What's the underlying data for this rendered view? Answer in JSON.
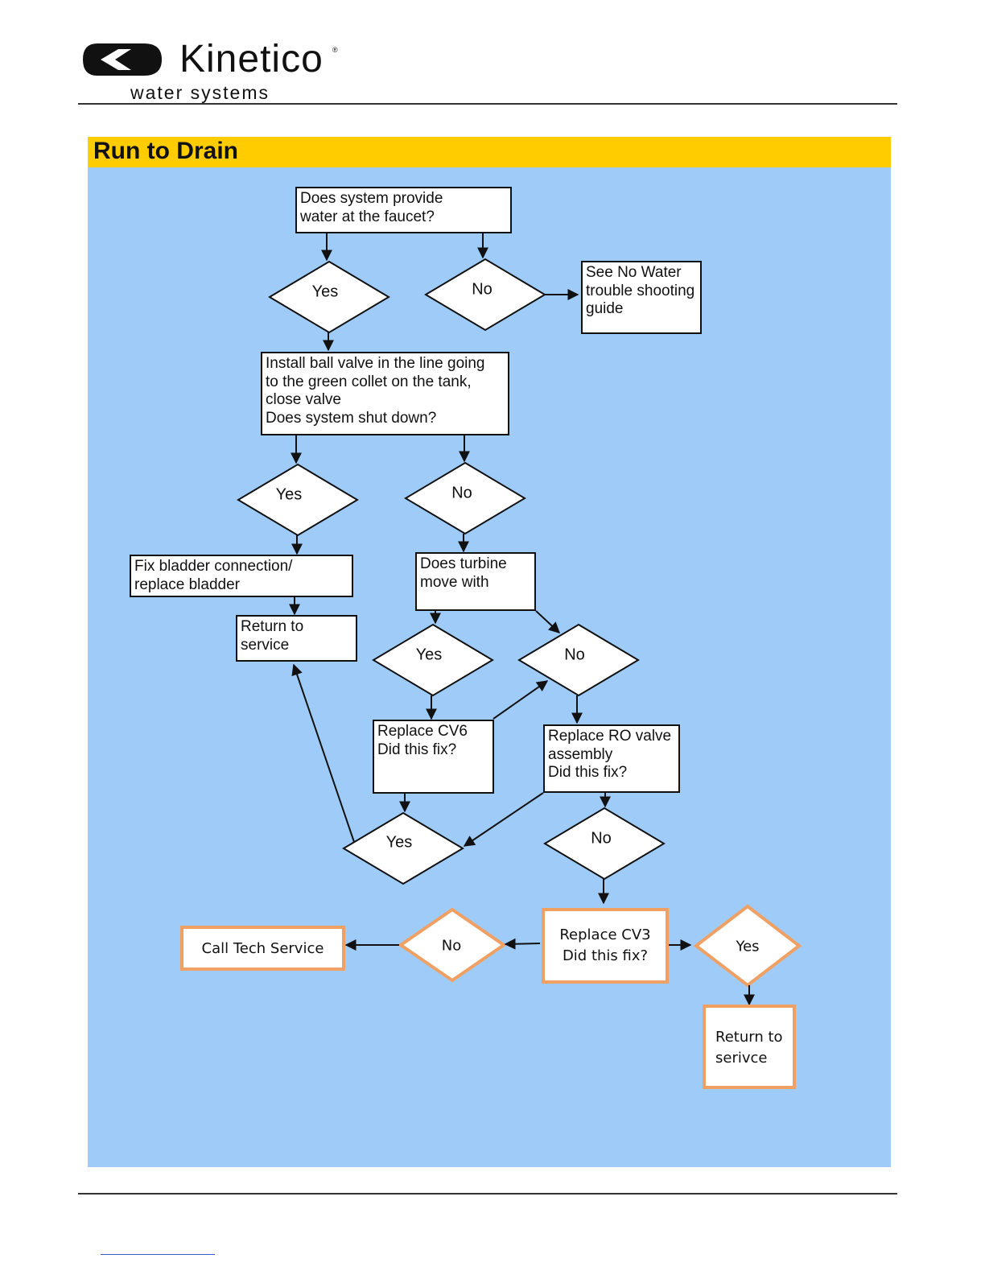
{
  "brand": {
    "name": "Kinetico",
    "tagline": "water systems",
    "mark_color": "#111111"
  },
  "page_title": "Run to Drain",
  "colors": {
    "panel": "#9fcbf9",
    "title_bar": "#ffcc00",
    "highlight_border": "#f0a062"
  },
  "nodes": {
    "q_water": "Does system provide\nwater at the faucet?",
    "d1_yes": "Yes",
    "d1_no": "No",
    "no_water_guide": "See No Water\ntrouble shooting\nguide",
    "ball_valve": "Install ball valve in the line going\nto the green collet on the tank,\nclose valve\nDoes system shut down?",
    "d2_yes": "Yes",
    "d2_no": "No",
    "fix_bladder": "Fix bladder connection/\nreplace bladder",
    "return_service": "Return to\nservice",
    "turbine": "Does turbine\nmove with",
    "d3_yes": "Yes",
    "d3_no": "No",
    "replace_cv6": "Replace CV6\nDid this fix?",
    "replace_ro": "Replace RO valve\nassembly\nDid this fix?",
    "d4_yes": "Yes",
    "d4_no": "No",
    "replace_cv3": "Replace CV3\nDid this fix?",
    "d5_no": "No",
    "d5_yes": "Yes",
    "call_tech": "Call Tech Service",
    "return_serivce": "Return to\nserivce"
  }
}
